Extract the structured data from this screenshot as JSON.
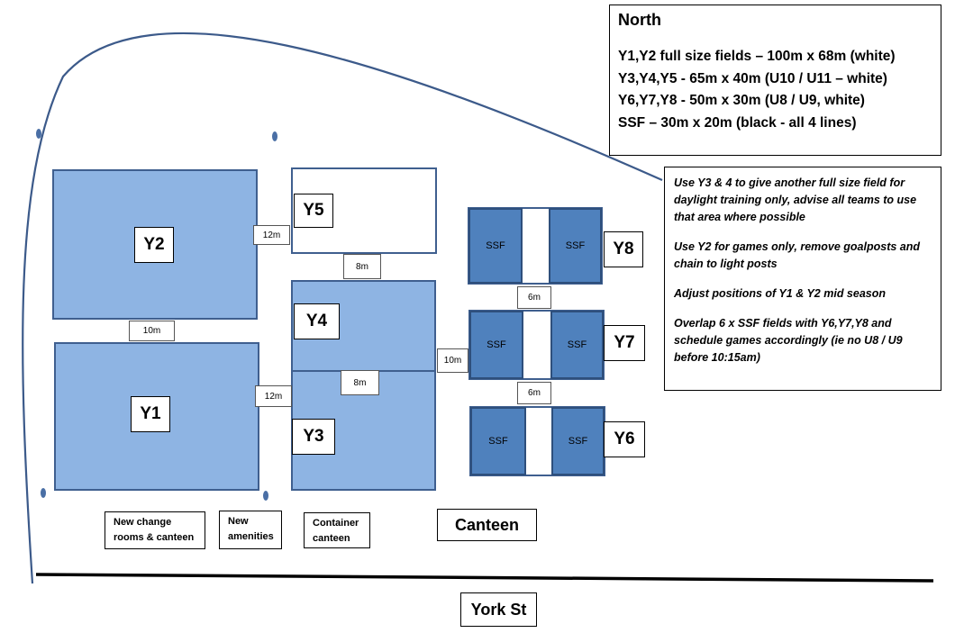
{
  "legend": {
    "title": "North",
    "lines": [
      "Y1,Y2 full size fields – 100m x 68m (white)",
      "Y3,Y4,Y5 - 65m x 40m (U10 / U11 – white)",
      "Y6,Y7,Y8 - 50m x 30m (U8 / U9, white)",
      "SSF – 30m x 20m (black - all 4 lines)"
    ]
  },
  "notes": [
    "Use Y3 & 4 to give another full size field for daylight training only, advise all teams to use that area where possible",
    "Use Y2 for games only, remove goalposts and chain to light posts",
    "Adjust positions of Y1 & Y2 mid season",
    "Overlap 6 x SSF fields with Y6,Y7,Y8 and schedule games accordingly (ie no U8 / U9 before 10:15am)"
  ],
  "fields": {
    "y1": "Y1",
    "y2": "Y2",
    "y3": "Y3",
    "y4": "Y4",
    "y5": "Y5",
    "y6": "Y6",
    "y7": "Y7",
    "y8": "Y8",
    "ssf": "SSF"
  },
  "gaps": {
    "y2_y1": "10m",
    "y2_y5": "12m",
    "y1_y4": "12m",
    "y5_y4": "8m",
    "y4_y3": "8m",
    "y8_y7": "6m",
    "y7_y6": "6m",
    "y4_y7": "10m"
  },
  "buildings": {
    "change_rooms": "New change rooms & canteen",
    "amenities": "New amenities",
    "container": "Container canteen",
    "canteen": "Canteen"
  },
  "street": "York St",
  "colors": {
    "large_field": "#8eb4e3",
    "ssf_field": "#4f81bd",
    "outline": "#3f5f8f",
    "post": "#4a6fa5"
  }
}
